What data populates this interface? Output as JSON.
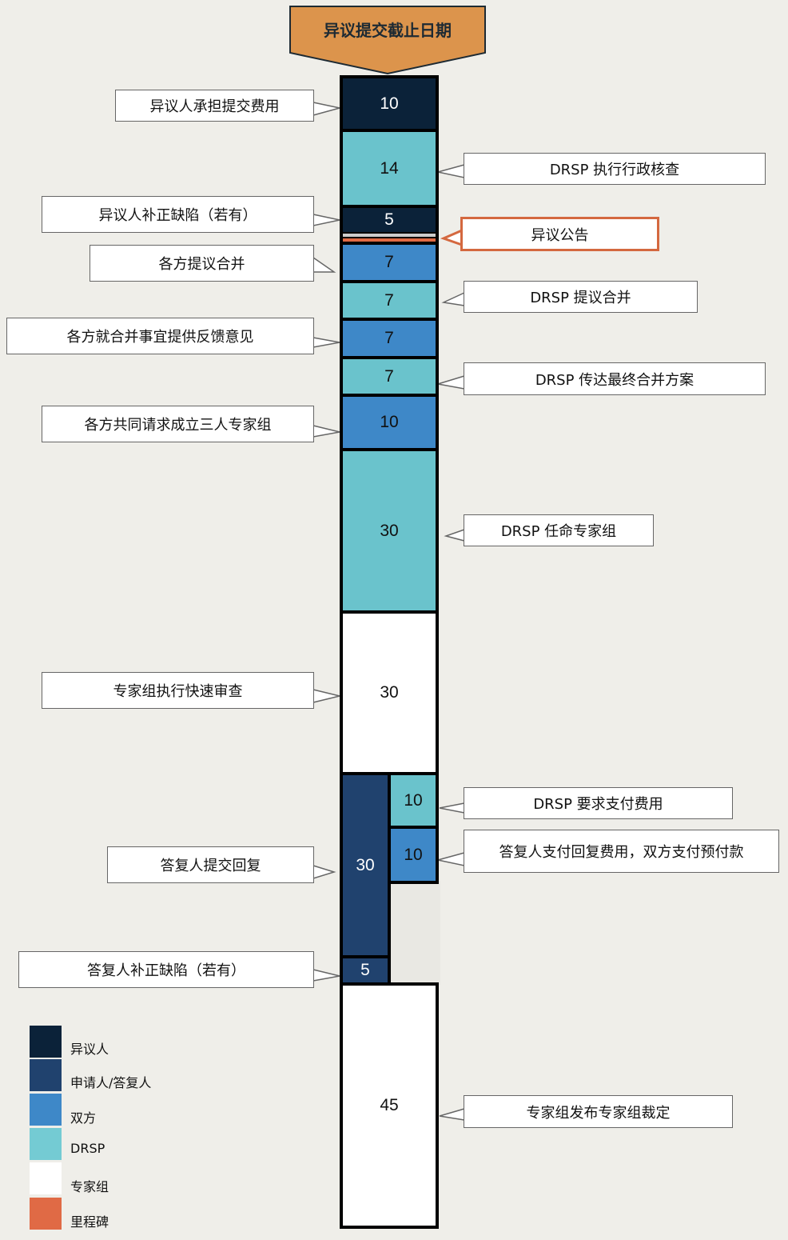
{
  "header": {
    "title": "异议提交截止日期",
    "color": "#dc944c"
  },
  "colors": {
    "objector": "#0b2239",
    "applicant": "#20426e",
    "both": "#3e88c8",
    "drsp": "#6ac3cc",
    "panel": "#ffffff",
    "milestone": "#e06a45"
  },
  "blocks": {
    "b1": "10",
    "b2": "14",
    "b3": "5",
    "b4": "7",
    "b5": "7",
    "b6": "7",
    "b7": "7",
    "b8": "10",
    "b9": "30",
    "b10": "30",
    "b11": "30",
    "b12": "10",
    "b13": "10",
    "b14": "5",
    "b15": "45"
  },
  "left_labels": {
    "l1": "异议人承担提交费用",
    "l2": "异议人补正缺陷（若有）",
    "l3": "各方提议合并",
    "l4": "各方就合并事宜提供反馈意见",
    "l5": "各方共同请求成立三人专家组",
    "l6": "专家组执行快速审查",
    "l7": "答复人提交回复",
    "l8": "答复人补正缺陷（若有）"
  },
  "right_labels": {
    "r1": "DRSP 执行行政核查",
    "r2": "异议公告",
    "r3": "DRSP 提议合并",
    "r4": "DRSP 传达最终合并方案",
    "r5": "DRSP 任命专家组",
    "r6": "DRSP 要求支付费用",
    "r7": "答复人支付回复费用，双方支付预付款",
    "r8": "专家组发布专家组裁定"
  },
  "legend": [
    {
      "label": "异议人",
      "color": "#0b2239"
    },
    {
      "label": "申请人/答复人",
      "color": "#20426e"
    },
    {
      "label": "双方",
      "color": "#3e88c8"
    },
    {
      "label": "DRSP",
      "color": "#6ac3cc"
    },
    {
      "label": "专家组",
      "color": "#ffffff"
    },
    {
      "label": "里程碑",
      "color": "#e06a45"
    }
  ]
}
